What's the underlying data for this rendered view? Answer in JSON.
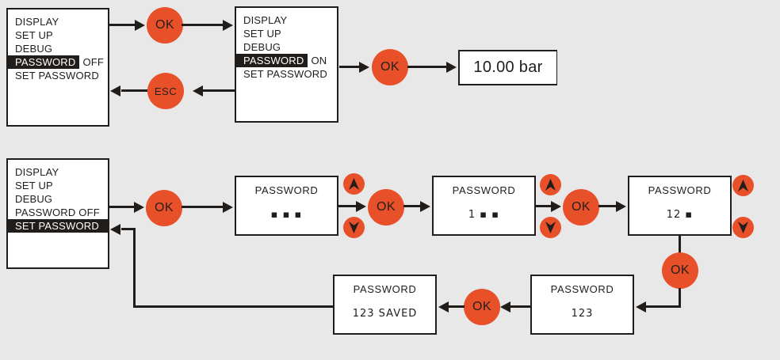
{
  "colors": {
    "background": "#e9e8e8",
    "accent": "#e8502a",
    "ink": "#211d1a",
    "screen_bg": "#ffffff"
  },
  "buttons": {
    "ok_label": "OK",
    "esc_label": "ESC",
    "up_icon_name": "arrow-up",
    "down_icon_name": "arrow-down"
  },
  "screens": {
    "menu_password_off": {
      "row1": "DISPLAY",
      "row2": "SET UP",
      "row3": "DEBUG",
      "row4_highlight": "PASSWORD",
      "row4_status": "OFF",
      "row5": "SET PASSWORD"
    },
    "menu_password_on": {
      "row1": "DISPLAY",
      "row2": "SET UP",
      "row3": "DEBUG",
      "row4_highlight": "PASSWORD",
      "row4_status": "ON",
      "row5": "SET PASSWORD"
    },
    "menu_set_password": {
      "row1": "DISPLAY",
      "row2": "SET UP",
      "row3": "DEBUG",
      "row4": "PASSWORD OFF",
      "row5_highlight": "SET PASSWORD"
    },
    "pressure_display": {
      "value": "10.00 bar"
    },
    "password_blank": {
      "title": "PASSWORD",
      "value": "▪ ▪ ▪"
    },
    "password_one_digit": {
      "title": "PASSWORD",
      "value": "1 ▪ ▪"
    },
    "password_two_digits": {
      "title": "PASSWORD",
      "value": "12 ▪"
    },
    "password_three_digits": {
      "title": "PASSWORD",
      "value": "123"
    },
    "password_saved": {
      "title": "PASSWORD",
      "value": "123 SAVED"
    }
  }
}
